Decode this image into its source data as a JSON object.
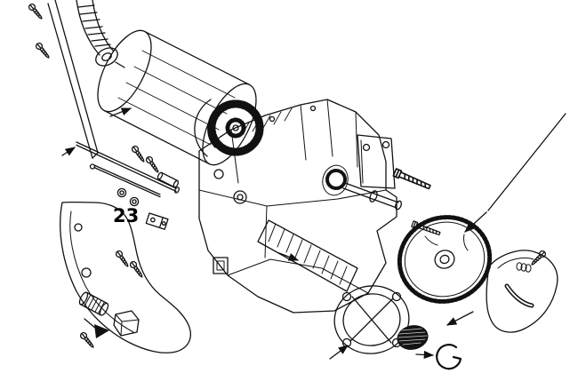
{
  "diagram": {
    "type": "exploded-parts-diagram",
    "callout": {
      "label": "23"
    },
    "colors": {
      "background": "#ffffff",
      "line": "#111111"
    },
    "parts": [
      "mounting-screw",
      "drive-belt",
      "belt-pulley",
      "motor",
      "motor-fan",
      "fan-shroud",
      "tie-rod",
      "washer",
      "spacer",
      "mounting-clip",
      "left-guard-bracket",
      "dust-nozzle",
      "clamp-block",
      "gear-housing",
      "spring-boot",
      "arbor-shaft",
      "hex-bolt",
      "clamp-flange",
      "vent-grille",
      "saw-blade",
      "right-guard-plate",
      "retaining-ring"
    ]
  }
}
